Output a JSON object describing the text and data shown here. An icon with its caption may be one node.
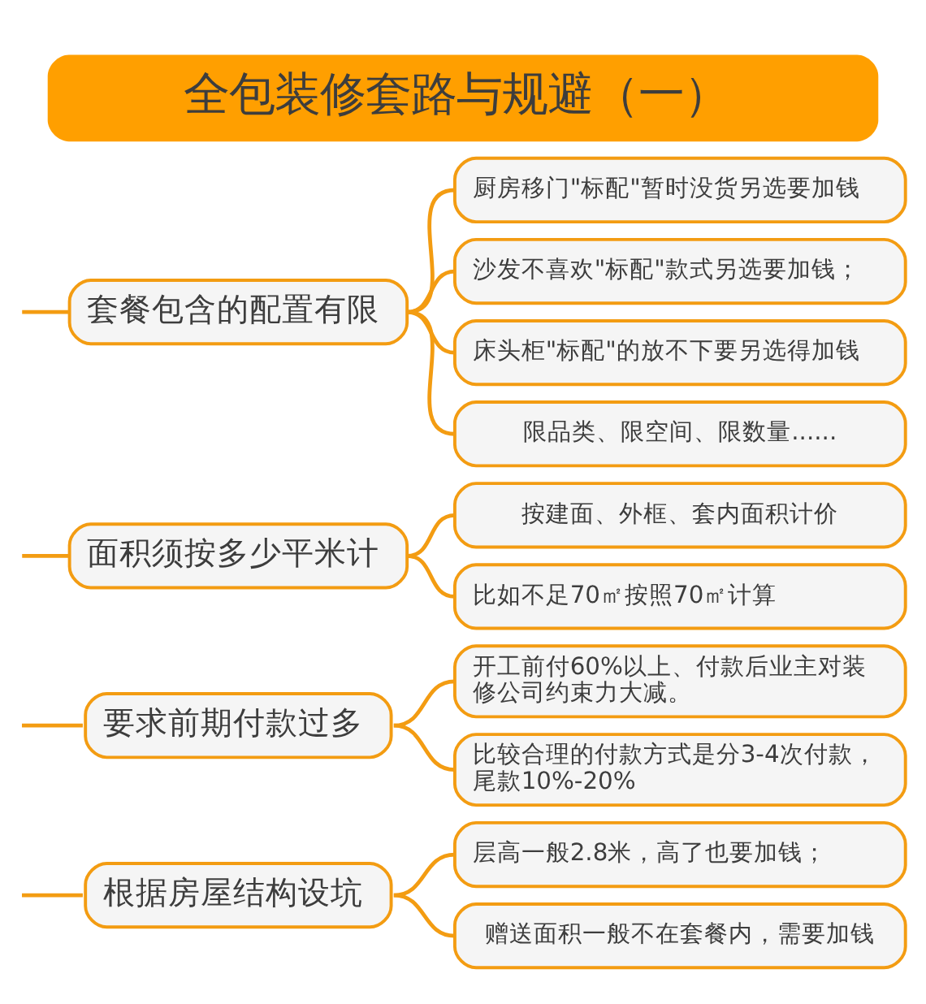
{
  "diagram": {
    "title": "全包装修套路与规避（一）",
    "nodes": [
      {
        "text": [
          "套餐包含的配置有限"
        ]
      },
      {
        "text": [
          "厨房移门\"标配\"暂时没货另选要加钱"
        ]
      },
      {
        "text": [
          "沙发不喜欢\"标配\"款式另选要加钱；"
        ]
      },
      {
        "text": [
          "床头柜\"标配\"的放不下要另选得加钱"
        ]
      },
      {
        "text": [
          "限品类、限空间、限数量......"
        ]
      },
      {
        "text": [
          "面积须按多少平米计"
        ]
      },
      {
        "text": [
          "按建面、外框、套内面积计价"
        ]
      },
      {
        "text": [
          "比如不足70㎡按照70㎡计算"
        ]
      },
      {
        "text": [
          "要求前期付款过多"
        ]
      },
      {
        "text": [
          "开工前付60%以上、付款后业主对装修公司约束力大减。"
        ]
      },
      {
        "text": [
          "比较合理的付款方式是分3-4次付款，尾款10%-20%"
        ]
      },
      {
        "text": [
          "根据房屋结构设坑"
        ]
      },
      {
        "text": [
          "层高一般2.8米，高了也要加钱；"
        ]
      },
      {
        "text": [
          "赠送面积一般不在套餐内，需要加钱"
        ]
      }
    ],
    "edges": [
      {
        "from": null,
        "to": 0,
        "arrow": "none"
      },
      {
        "from": null,
        "to": 5,
        "arrow": "none"
      },
      {
        "from": null,
        "to": 8,
        "arrow": "none"
      },
      {
        "from": null,
        "to": 11,
        "arrow": "none"
      },
      {
        "from": 0,
        "to": 1,
        "arrow": "none"
      },
      {
        "from": 0,
        "to": 2,
        "arrow": "none"
      },
      {
        "from": 0,
        "to": 3,
        "arrow": "none"
      },
      {
        "from": 0,
        "to": 4,
        "arrow": "none"
      },
      {
        "from": 5,
        "to": 6,
        "arrow": "none"
      },
      {
        "from": 5,
        "to": 7,
        "arrow": "none"
      },
      {
        "from": 8,
        "to": 9,
        "arrow": "none"
      },
      {
        "from": 8,
        "to": 10,
        "arrow": "none"
      },
      {
        "from": 11,
        "to": 12,
        "arrow": "none"
      },
      {
        "from": 11,
        "to": 13,
        "arrow": "none"
      }
    ]
  }
}
